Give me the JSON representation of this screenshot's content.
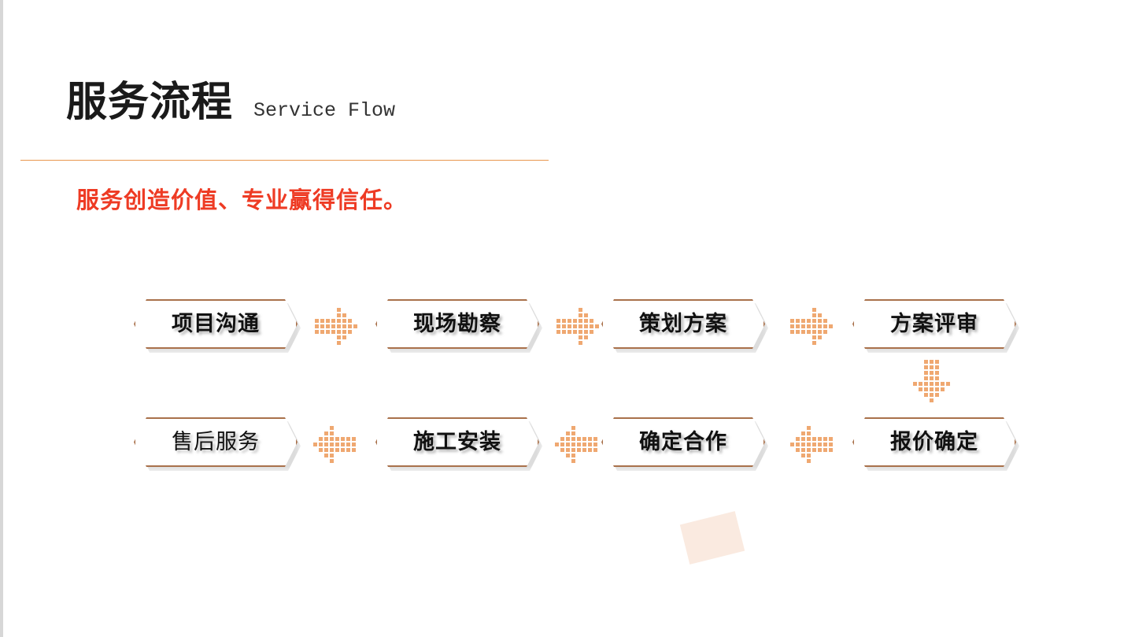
{
  "slide": {
    "title_cn": "服务流程",
    "title_en": "Service Flow",
    "subtitle": "服务创造价值、专业赢得信任。",
    "accent_rule_color": "#E8964E",
    "subtitle_color": "#EE3B24",
    "node_border_color": "#A9714B",
    "arrow_color": "#EFA871",
    "deco_color": "#FAEAE0",
    "background_color": "#FFFFFF"
  },
  "flow": {
    "row1": [
      {
        "label": "项目沟通"
      },
      {
        "label": "现场勘察"
      },
      {
        "label": "策划方案"
      },
      {
        "label": "方案评审"
      }
    ],
    "row2": [
      {
        "label": "售后服务"
      },
      {
        "label": "施工安装"
      },
      {
        "label": "确定合作"
      },
      {
        "label": "报价确定"
      }
    ],
    "arrows": {
      "row1_direction": "right",
      "row2_direction": "left",
      "connector_direction": "down"
    }
  }
}
